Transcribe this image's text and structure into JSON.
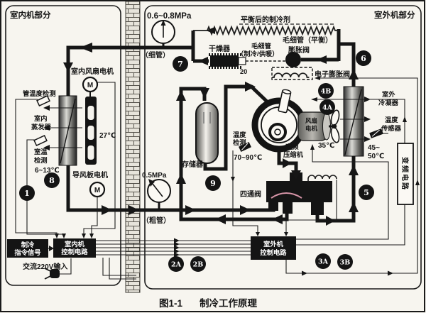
{
  "figure": {
    "caption_no": "图1-1",
    "caption_title": "制冷工作原理"
  },
  "sections": {
    "indoor": "室内机部分",
    "outdoor": "室外机部分"
  },
  "gauges": {
    "high": "0.6~0.8MPa",
    "low": "0.5MPa"
  },
  "pipes": {
    "thin": "（细管）",
    "thick": "（粗管）"
  },
  "indoor": {
    "fan_motor": "室内风扇电机",
    "motor_letter": "M",
    "pipe_temp_sensor": "管温度检测",
    "evaporator_l1": "室内",
    "evaporator_l2": "蒸发器",
    "coil_temp": "27℃",
    "room_temp_l1": "室温",
    "room_temp_l2": "检测",
    "outlet_temp": "6~13℃",
    "louver_motor": "导风板电机",
    "cmd_l1": "制冷",
    "cmd_l2": "指令信号",
    "ctrl_l1": "室内机",
    "ctrl_l2": "控制电路",
    "ac_input": "交流220V输入"
  },
  "outdoor": {
    "balanced_refrigerant": "平衡后的制冷剂",
    "capillary_balance": "毛细管（平衡）",
    "expansion_valve": "膨胀阀",
    "dryer": "干燥器",
    "capillary_l1": "毛细管",
    "capillary_l2": "（制冷/供暖）",
    "dryer_num": "20",
    "electronic_expansion_valve": "电子膨胀阀",
    "accumulator": "存储器",
    "temp_detect_l1": "温度",
    "temp_detect_l2": "检测",
    "comp_temp": "70~90℃",
    "compressor_l1": "变频",
    "compressor_l2": "压缩机",
    "four_way_valve": "四通阀",
    "fan_motor_l1": "风扇",
    "fan_motor_l2": "电机",
    "fan_temp": "35℃",
    "condenser_l1": "室外",
    "condenser_l2": "冷凝器",
    "cond_sensor_l1": "温度",
    "cond_sensor_l2": "传感器",
    "cond_temp_l1": "45~",
    "cond_temp_l2": "50℃",
    "inverter_circuit": "变频电路",
    "ctrl_l1": "室外机",
    "ctrl_l2": "控制电路"
  },
  "badges": {
    "n1": "1",
    "n5": "5",
    "n6": "6",
    "n7": "7",
    "n8": "8",
    "n9": "9",
    "n2a": "2A",
    "n2b": "2B",
    "n3a": "3A",
    "n3b": "3B",
    "n4a": "4A",
    "n4b": "4B"
  },
  "colors": {
    "line": "#161616",
    "paper": "#f7f5ef",
    "valve_arc": "#d795a8"
  }
}
